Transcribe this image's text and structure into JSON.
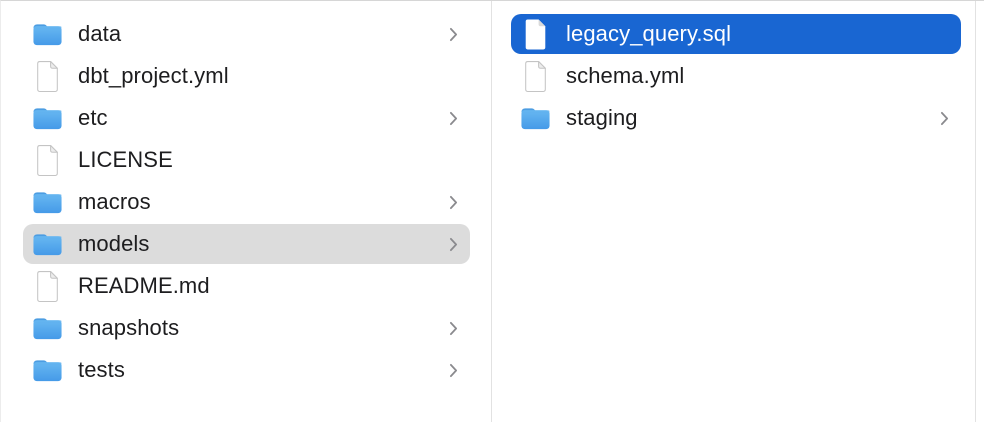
{
  "window": {
    "view": "finder-column-view"
  },
  "colors": {
    "selection_active": "#1966d2",
    "selection_inactive": "#dcdcdc",
    "text": "#1d1d1f",
    "selected_text": "#ffffff",
    "divider": "#e2e2e2",
    "chevron": "#8a8a8e",
    "folder_blue_top": "#77c3f6",
    "folder_blue_bottom": "#459ae8"
  },
  "columns": [
    {
      "name": "left-column",
      "items": [
        {
          "label": "data",
          "icon": "folder",
          "chevron": true,
          "selected": "none"
        },
        {
          "label": "dbt_project.yml",
          "icon": "blank-document",
          "chevron": false,
          "selected": "none"
        },
        {
          "label": "etc",
          "icon": "folder",
          "chevron": true,
          "selected": "none"
        },
        {
          "label": "LICENSE",
          "icon": "blank-document",
          "chevron": false,
          "selected": "none"
        },
        {
          "label": "macros",
          "icon": "folder",
          "chevron": true,
          "selected": "none"
        },
        {
          "label": "models",
          "icon": "folder",
          "chevron": true,
          "selected": "inactive"
        },
        {
          "label": "README.md",
          "icon": "blank-document",
          "chevron": false,
          "selected": "none"
        },
        {
          "label": "snapshots",
          "icon": "folder",
          "chevron": true,
          "selected": "none"
        },
        {
          "label": "tests",
          "icon": "folder",
          "chevron": true,
          "selected": "none"
        }
      ]
    },
    {
      "name": "right-column",
      "items": [
        {
          "label": "legacy_query.sql",
          "icon": "blank-document",
          "chevron": false,
          "selected": "active"
        },
        {
          "label": "schema.yml",
          "icon": "blank-document",
          "chevron": false,
          "selected": "none"
        },
        {
          "label": "staging",
          "icon": "folder",
          "chevron": true,
          "selected": "none"
        }
      ]
    }
  ]
}
